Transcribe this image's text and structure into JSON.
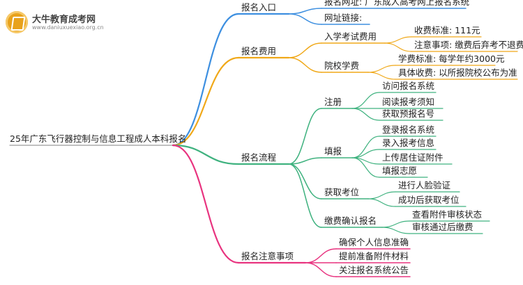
{
  "logo": {
    "name": "大牛教育成考网",
    "url": "www.daniuxuexiao.org.cn"
  },
  "root": "25年广东飞行器控制与信息工程成人本科报名",
  "colors": {
    "blue": "#3d8fe0",
    "orange": "#f0a818",
    "green": "#3fb27f",
    "pink": "#e8337f"
  },
  "branches": [
    {
      "label": "报名入口",
      "color": "blue",
      "children": [
        {
          "label": "报名网址: 广东成人高考网上报名系统"
        },
        {
          "label": "网址链接:"
        }
      ]
    },
    {
      "label": "报名费用",
      "color": "orange",
      "children": [
        {
          "label": "入学考试费用",
          "children": [
            {
              "label": "收费标准: 111元"
            },
            {
              "label": "注意事项: 缴费后弃考不退费"
            }
          ]
        },
        {
          "label": "院校学费",
          "children": [
            {
              "label": "学费标准: 每学年约3000元"
            },
            {
              "label": "具体收费: 以所报院校公布为准"
            }
          ]
        }
      ]
    },
    {
      "label": "报名流程",
      "color": "green",
      "children": [
        {
          "label": "注册",
          "children": [
            {
              "label": "访问报名系统"
            },
            {
              "label": "阅读报考须知"
            },
            {
              "label": "获取预报名号"
            }
          ]
        },
        {
          "label": "填报",
          "children": [
            {
              "label": "登录报名系统"
            },
            {
              "label": "录入报考信息"
            },
            {
              "label": "上传居住证附件"
            },
            {
              "label": "填报志愿"
            }
          ]
        },
        {
          "label": "获取考位",
          "children": [
            {
              "label": "进行人脸验证"
            },
            {
              "label": "成功后获取考位"
            }
          ]
        },
        {
          "label": "缴费确认报名",
          "children": [
            {
              "label": "查看附件审核状态"
            },
            {
              "label": "审核通过后缴费"
            }
          ]
        }
      ]
    },
    {
      "label": "报名注意事项",
      "color": "pink",
      "children": [
        {
          "label": "确保个人信息准确"
        },
        {
          "label": "提前准备附件材料"
        },
        {
          "label": "关注报名系统公告"
        }
      ]
    }
  ]
}
